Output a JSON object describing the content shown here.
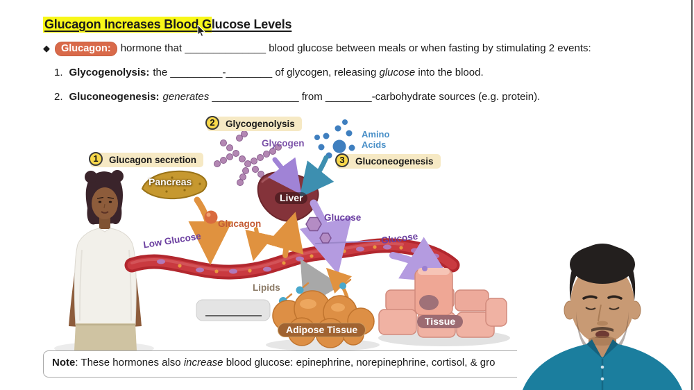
{
  "slide": {
    "title": {
      "highlight": "Glucagon Increases Blood G",
      "rest": "lucose Levels"
    },
    "definition": {
      "marker": "◆",
      "term": "Glucagon:",
      "text": "hormone that ______________ blood glucose between meals or when fasting by stimulating 2 events:"
    },
    "items": [
      {
        "number": "1.",
        "keyword": "Glycogenolysis:",
        "pre": "the _________-________ of glycogen, releasing ",
        "italic": "glucose",
        "post": " into the blood."
      },
      {
        "number": "2.",
        "keyword": "Gluconeogenesis:",
        "italic": "generates",
        "post": " _______________ from ________-carbohydrate sources (e.g. protein)."
      }
    ],
    "note": {
      "label": "Note",
      "pre": ": These hormones also ",
      "italic": "increase",
      "post": " blood glucose: epinephrine, norepinephrine, cortisol, & gro"
    }
  },
  "diagram": {
    "steps": [
      {
        "num": "1",
        "label": "Glucagon secretion"
      },
      {
        "num": "2",
        "label": "Glycogenolysis"
      },
      {
        "num": "3",
        "label": "Gluconeogenesis"
      }
    ],
    "labels": {
      "glycogen": "Glycogen",
      "amino_line1": "Amino",
      "amino_line2": "Acids",
      "pancreas": "Pancreas",
      "glucagon": "Glucagon",
      "low_glucose": "Low Glucose",
      "liver": "Liver",
      "glucose_out": "Glucose",
      "glucose_vessel": "Glucose",
      "lipids": "Lipids",
      "adipose": "Adipose Tissue",
      "tissue": "Tissue"
    }
  },
  "colors": {
    "title_highlight": "#f8f719",
    "term_badge": "#d96a4a",
    "step_circle": "#f8d84a",
    "step_pill": "#f6e9c4",
    "purple_label": "#6b3fa0",
    "blue_label": "#4a90c8",
    "glucagon_label": "#c35a34",
    "lipids_label": "#8b7a66",
    "adipose_badge": "#a06331",
    "tissue_badge": "#9c6b72"
  }
}
